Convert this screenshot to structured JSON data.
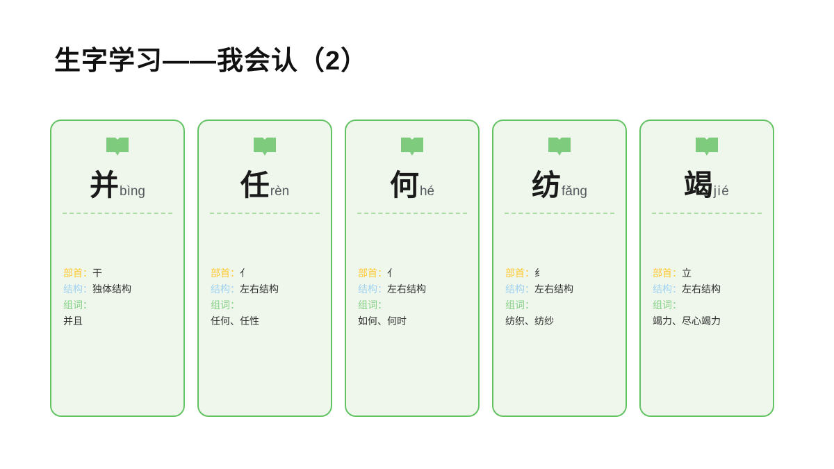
{
  "slide": {
    "title": "生字学习——我会认（2）",
    "background_color": "#ffffff"
  },
  "theme": {
    "card_border_color": "#63c363",
    "card_background_color": "#eff7ec",
    "divider_color": "#a9dca3",
    "icon_color": "#7ecb7e",
    "label_radical_color": "#ffc832",
    "label_structure_color": "#9fd2f0",
    "label_words_color": "#86d086",
    "hanzi_color": "#1a1a1a",
    "pinyin_color": "#555a5e"
  },
  "labels": {
    "radical": "部首：",
    "structure": "结构：",
    "words": "组词："
  },
  "icons": {
    "book": "open-book-icon"
  },
  "cards": [
    {
      "hanzi": "并",
      "pinyin": "bìng",
      "radical": "干",
      "structure": "独体结构",
      "words": "并且"
    },
    {
      "hanzi": "任",
      "pinyin": "rèn",
      "radical": "亻",
      "structure": "左右结构",
      "words": "任何、任性"
    },
    {
      "hanzi": "何",
      "pinyin": "hé",
      "radical": "亻",
      "structure": "左右结构",
      "words": "如何、何时"
    },
    {
      "hanzi": "纺",
      "pinyin": "fǎng",
      "radical": "纟",
      "structure": "左右结构",
      "words": "纺织、纺纱"
    },
    {
      "hanzi": "竭",
      "pinyin": "jié",
      "radical": "立",
      "structure": "左右结构",
      "words": "竭力、尽心竭力"
    }
  ]
}
